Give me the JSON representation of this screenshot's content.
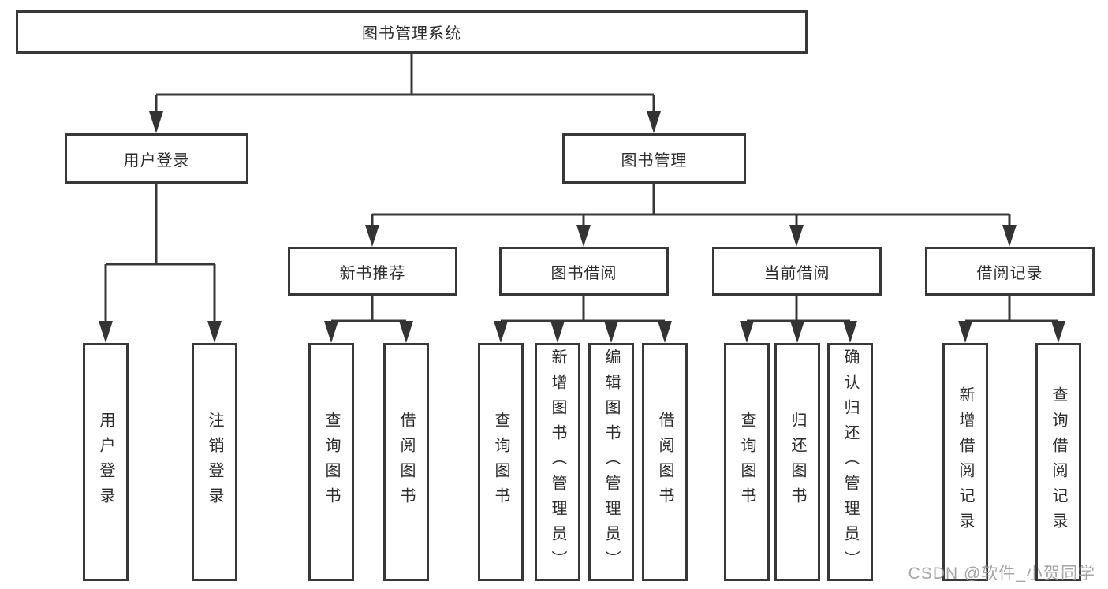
{
  "nodes": {
    "root": "图书管理系统",
    "l2": [
      "用户登录",
      "图书管理"
    ],
    "l3": [
      "新书推荐",
      "图书借阅",
      "当前借阅",
      "借阅记录"
    ],
    "login_children": [
      "用户登录",
      "注销登录"
    ],
    "newbook_children": [
      "查询图书",
      "借阅图书"
    ],
    "borrow_children": [
      "查询图书",
      "新增图书（管理员）",
      "编辑图书（管理员）",
      "借阅图书"
    ],
    "current_children": [
      "查询图书",
      "归还图书",
      "确认归还（管理员）"
    ],
    "records_children": [
      "新增借阅记录",
      "查询借阅记录"
    ]
  },
  "watermark": {
    "text": "CSDN @软件_小贺同学",
    "color": "#9e9e9e"
  },
  "colors": {
    "line": "#383838",
    "text": "#2d2d2d",
    "background": "#ffffff"
  }
}
